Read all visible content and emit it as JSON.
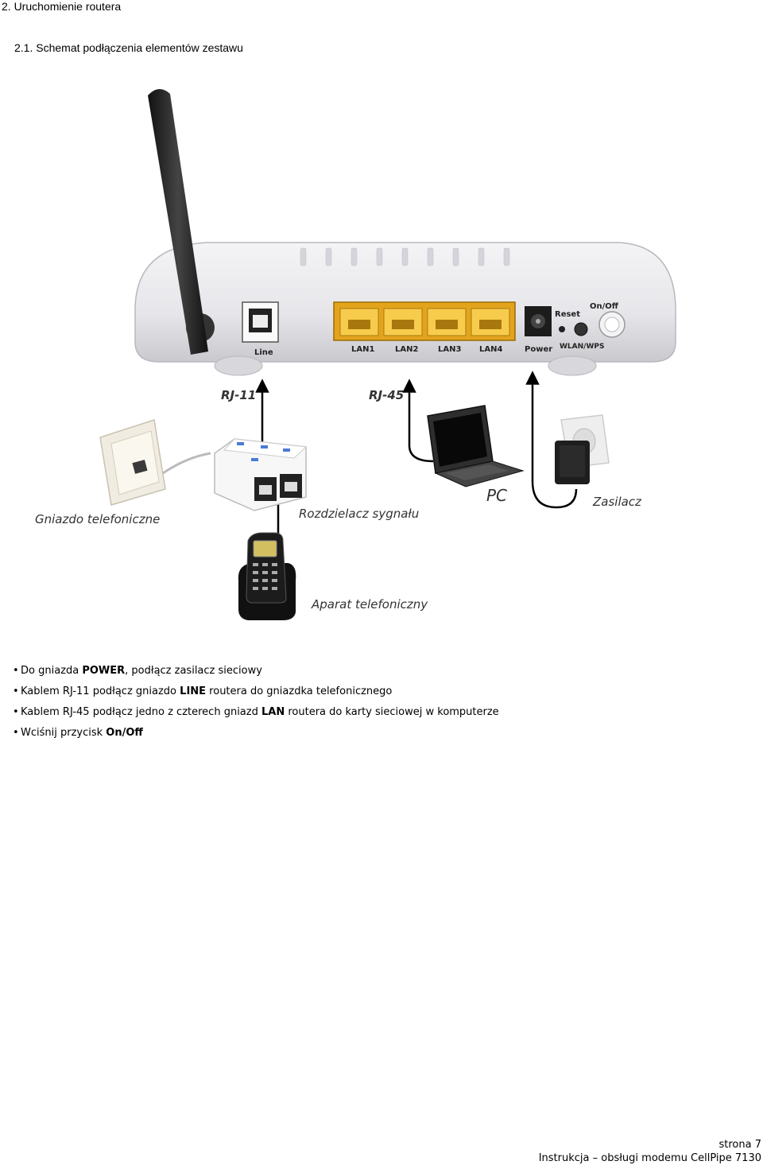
{
  "section_title": "2. Uruchomienie routera",
  "subsection_title": "2.1. Schemat podłączenia elementów zestawu",
  "diagram": {
    "ports": {
      "line": "Line",
      "lan1": "LAN1",
      "lan2": "LAN2",
      "lan3": "LAN3",
      "lan4": "LAN4",
      "power": "Power",
      "reset": "Reset",
      "wlan_wps": "WLAN/WPS",
      "on_off": "On/Off"
    },
    "cable_rj11": "RJ-11",
    "cable_rj45": "RJ-45",
    "wall_socket": "Gniazdo telefoniczne",
    "splitter": "Rozdzielacz sygnału",
    "pc": "PC",
    "power_supply": "Zasilacz",
    "phone": "Aparat telefoniczny"
  },
  "instructions": [
    {
      "pre": "Do gniazda ",
      "bold": "POWER",
      "post": ", podłącz zasilacz sieciowy"
    },
    {
      "pre": "Kablem RJ-11 podłącz gniazdo ",
      "bold": "LINE",
      "post": " routera do gniazdka telefonicznego"
    },
    {
      "pre": "Kablem RJ-45 podłącz jedno z czterech gniazd ",
      "bold": "LAN",
      "post": " routera do karty sieciowej w komputerze"
    },
    {
      "pre": "Wciśnij przycisk ",
      "bold": "On/Off",
      "post": ""
    }
  ],
  "footer": {
    "page": "strona 7",
    "document": "Instrukcja – obsługi modemu CellPipe 7130"
  }
}
